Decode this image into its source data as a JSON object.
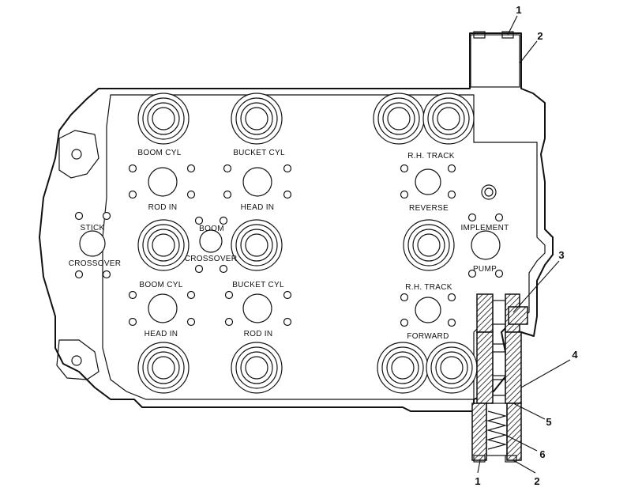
{
  "labels": {
    "boom_cyl_rod": [
      "BOOM CYL",
      "ROD IN"
    ],
    "bucket_cyl_head": [
      "BUCKET CYL",
      "HEAD IN"
    ],
    "stick_crossover": [
      "STICK",
      "CROSSOVER"
    ],
    "boom_crossover": [
      "BOOM",
      "CROSSOVER"
    ],
    "boom_cyl_head": [
      "BOOM CYL",
      "HEAD IN"
    ],
    "bucket_cyl_rod": [
      "BUCKET CYL",
      "ROD IN"
    ],
    "rh_track_reverse": [
      "R.H. TRACK",
      "REVERSE"
    ],
    "implement_pump": [
      "IMPLEMENT",
      "PUMP"
    ],
    "rh_track_forward": [
      "R.H. TRACK",
      "FORWARD"
    ]
  },
  "callouts": {
    "top_1": "1",
    "top_2": "2",
    "c3": "3",
    "c4": "4",
    "c5": "5",
    "c6": "6",
    "bottom_1": "1",
    "bottom_2": "2"
  }
}
